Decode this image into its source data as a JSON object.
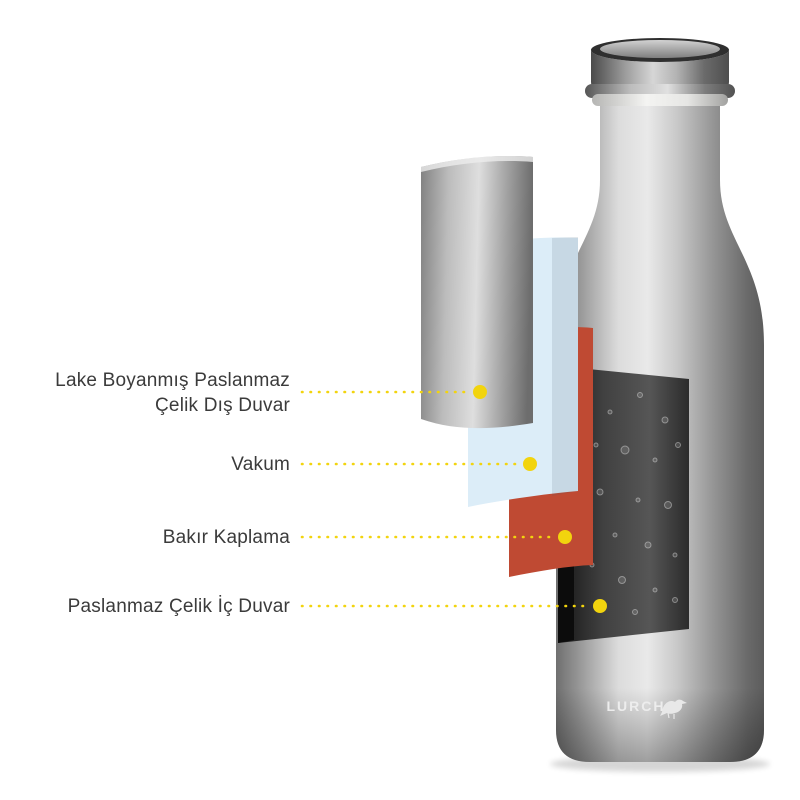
{
  "diagram": {
    "brand": "LURCH",
    "labels": [
      {
        "line1": "Lake Boyanmış Paslanmaz",
        "line2": "Çelik Dış Duvar"
      },
      {
        "line1": "Vakum"
      },
      {
        "line1": "Bakır Kaplama"
      },
      {
        "line1": "Paslanmaz Çelik İç Duvar"
      }
    ],
    "colors": {
      "accent": "#f2d40e",
      "copper": "#bf4a33",
      "vacuum": "#dcedf8",
      "background": "#ffffff"
    }
  }
}
